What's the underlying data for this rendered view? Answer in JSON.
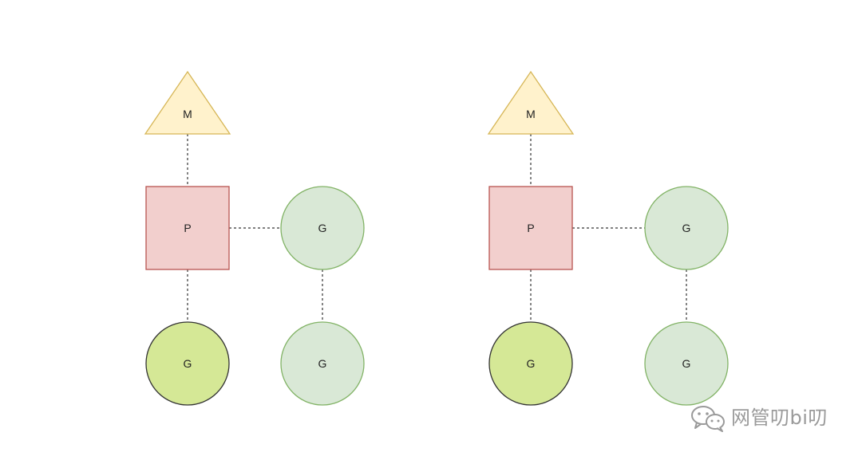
{
  "diagrams": [
    {
      "nodes": [
        {
          "id": "m",
          "shape": "triangle",
          "label": "M"
        },
        {
          "id": "p",
          "shape": "square",
          "label": "P"
        },
        {
          "id": "g_running",
          "shape": "circle",
          "variant": "running",
          "label": "G"
        },
        {
          "id": "g_queue1",
          "shape": "circle",
          "variant": "queued",
          "label": "G"
        },
        {
          "id": "g_queue2",
          "shape": "circle",
          "variant": "queued",
          "label": "G"
        }
      ],
      "edges": [
        [
          "m",
          "p"
        ],
        [
          "p",
          "g_running"
        ],
        [
          "p",
          "g_queue1"
        ],
        [
          "g_queue1",
          "g_queue2"
        ]
      ]
    },
    {
      "nodes": [
        {
          "id": "m",
          "shape": "triangle",
          "label": "M"
        },
        {
          "id": "p",
          "shape": "square",
          "label": "P"
        },
        {
          "id": "g_running",
          "shape": "circle",
          "variant": "running",
          "label": "G"
        },
        {
          "id": "g_queue1",
          "shape": "circle",
          "variant": "queued",
          "label": "G"
        },
        {
          "id": "g_queue2",
          "shape": "circle",
          "variant": "queued",
          "label": "G"
        }
      ],
      "edges": [
        [
          "m",
          "p"
        ],
        [
          "p",
          "g_running"
        ],
        [
          "p",
          "g_queue1"
        ],
        [
          "g_queue1",
          "g_queue2"
        ]
      ]
    }
  ],
  "colors": {
    "triangle_fill": "#fff2cc",
    "triangle_stroke": "#d6b656",
    "square_fill": "#f2cfcd",
    "square_stroke": "#b85450",
    "running_fill": "#d5e896",
    "running_stroke": "#333333",
    "queued_fill": "#d9e8d6",
    "queued_stroke": "#82b366"
  },
  "watermark": {
    "icon": "wechat-icon",
    "text": "网管叨bi叨"
  }
}
